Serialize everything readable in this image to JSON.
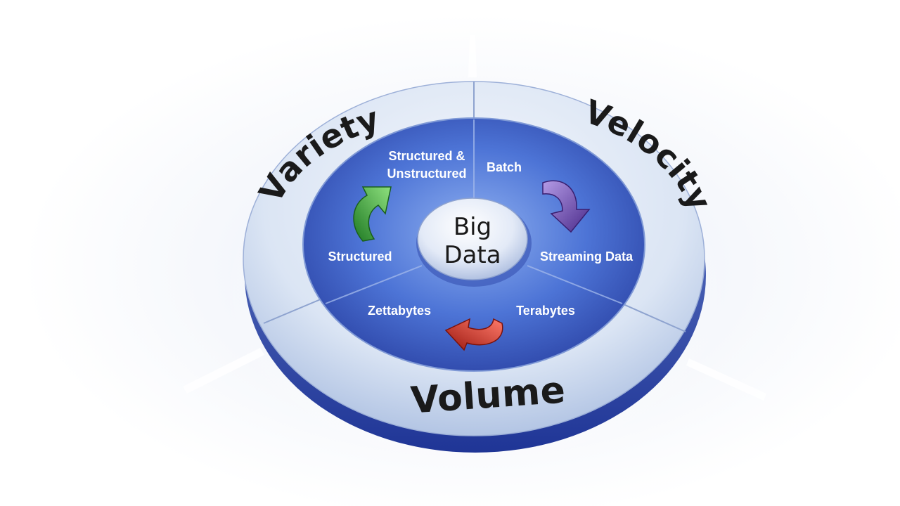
{
  "center": {
    "line1": "Big",
    "line2": "Data"
  },
  "segments": {
    "variety": {
      "title": "Variety",
      "item_top_line1": "Structured &",
      "item_top_line2": "Unstructured",
      "item_bottom": "Structured",
      "arrow_color": "#2ea03a"
    },
    "velocity": {
      "title": "Velocity",
      "item_top": "Batch",
      "item_bottom": "Streaming Data",
      "arrow_color": "#6a3fa8"
    },
    "volume": {
      "title": "Volume",
      "item_left": "Zettabytes",
      "item_right": "Terabytes",
      "arrow_color": "#c0281e"
    }
  },
  "colors": {
    "ring_light": "#dfe8f6",
    "ring_mid": "#b9cbe8",
    "disc_blue": "#3f63c8",
    "disc_deep": "#2d46a8",
    "text_dark": "#1a1a1a"
  }
}
